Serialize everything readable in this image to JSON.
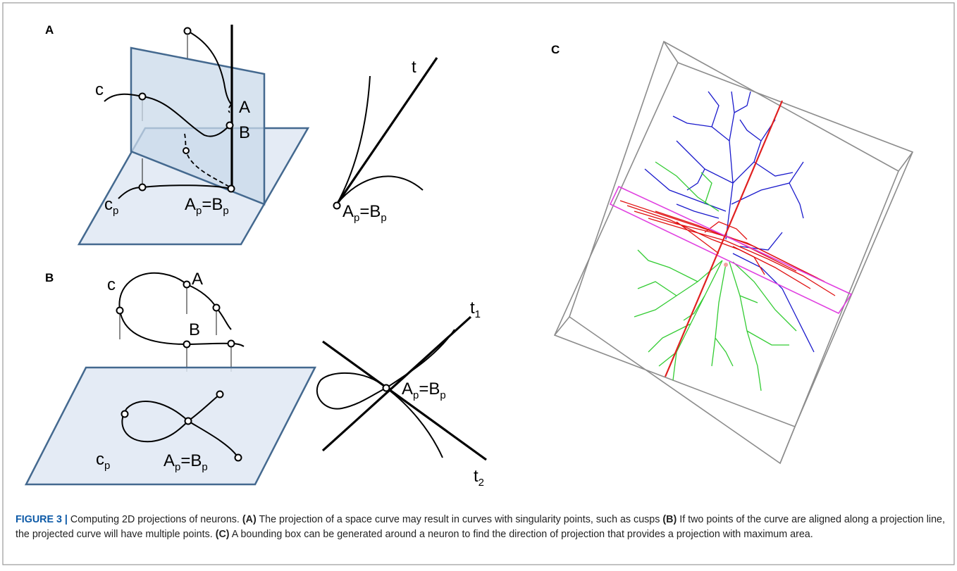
{
  "figure": {
    "panels": {
      "A": {
        "letter": "A",
        "labels": {
          "c": "c",
          "c_p": "c",
          "c_p_sub": "p",
          "A": "A",
          "B": "B",
          "ApBp_A": "A",
          "ApBp_p1": "p",
          "ApBp_eq": "=B",
          "ApBp_p2": "p",
          "t": "t",
          "r_A": "A",
          "r_p1": "p",
          "r_eq": "=B",
          "r_p2": "p"
        }
      },
      "B": {
        "letter": "B",
        "labels": {
          "c": "c",
          "A": "A",
          "B": "B",
          "c_p": "c",
          "c_p_sub": "p",
          "ApBp_A": "A",
          "ApBp_p1": "p",
          "ApBp_eq": "=B",
          "ApBp_p2": "p",
          "t1": "t",
          "t1_sub": "1",
          "t2": "t",
          "t2_sub": "2",
          "r_A": "A",
          "r_p1": "p",
          "r_eq": "=B",
          "r_p2": "p"
        }
      },
      "C": {
        "letter": "C",
        "colors": {
          "box": "#8c8c8c",
          "axis": "#e02020",
          "apical": "#1a1acc",
          "basal": "#33cc33",
          "projected": "#e01010",
          "slab": "#e040e0"
        }
      }
    },
    "caption": {
      "label": "FIGURE 3 |",
      "intro": " Computing 2D projections of neurons. ",
      "a_ref": "(A)",
      "a_text": " The projection of a space curve may result in curves with singularity points, such as cusps ",
      "b_ref": "(B)",
      "b_text": " If two points of the curve are aligned along a projection line, the projected curve will have multiple points. ",
      "c_ref": "(C)",
      "c_text": " A bounding box can be generated around a neuron to find the direction of projection that provides a projection with maximum area."
    }
  }
}
